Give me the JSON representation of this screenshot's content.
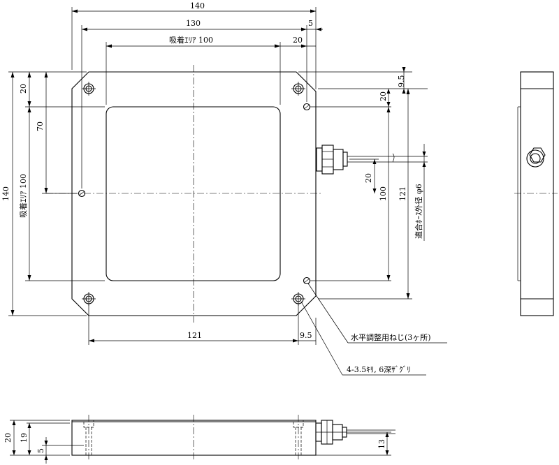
{
  "dims": {
    "w140": "140",
    "w130": "130",
    "w5": "5",
    "area100": "吸着ｴﾘｱ 100",
    "w20": "20",
    "v9_5": "9.5",
    "v20a": "20",
    "v20b": "20",
    "v20c": "20",
    "v70": "70",
    "h140": "140",
    "varea100": "吸着ｴﾘｱ 100",
    "v100": "100",
    "v121": "121",
    "hose": "適合ﾎｰｽ外径 φ6",
    "b121": "121",
    "b9_5": "9.5",
    "s20": "20",
    "s19": "19",
    "s5": "5",
    "s13": "13"
  },
  "notes": {
    "leveling": "水平調整用ねじ(3ヶ所)",
    "holes": "4-3.5ｷﾘ, 6深ｻﾞｸﾞﾘ"
  }
}
